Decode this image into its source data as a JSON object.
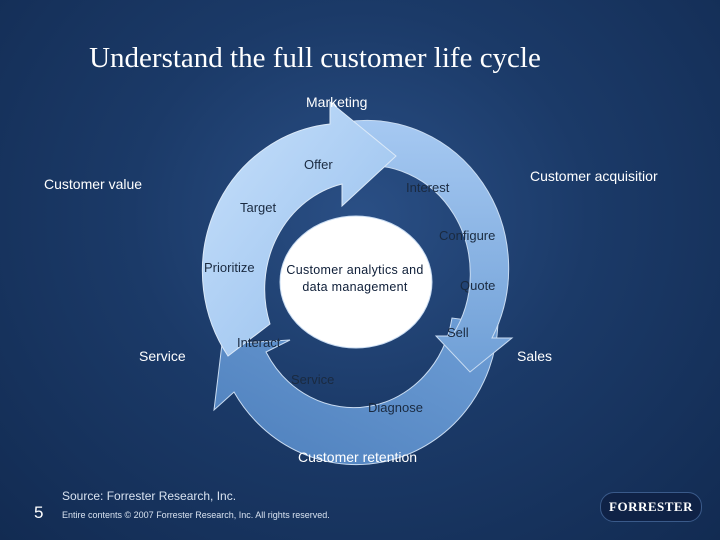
{
  "slide": {
    "title": "Understand the full customer life cycle",
    "page_number": "5",
    "source": "Source: Forrester Research, Inc.",
    "copyright": "Entire contents © 2007 Forrester Research, Inc. All rights reserved.",
    "logo_text": "FORRESTER"
  },
  "diagram": {
    "center": "Customer analytics and data management",
    "outer_labels": {
      "marketing": "Marketing",
      "customer_acquisition": "Customer acquisitior",
      "sales": "Sales",
      "customer_retention": "Customer retention",
      "service": "Service",
      "customer_value": "Customer value"
    },
    "inner_labels": {
      "offer": "Offer",
      "interest": "Interest",
      "configure": "Configure",
      "quote": "Quote",
      "sell": "Sell",
      "diagnose": "Diagnose",
      "service": "Service",
      "interact": "Interact",
      "prioritize": "Prioritize",
      "target": "Target"
    },
    "colors": {
      "light_arrow": "#a9cdf5",
      "mid_arrow": "#82b0e2",
      "dark_arrow": "#5f8fc8",
      "background": "#1b3a68"
    }
  }
}
